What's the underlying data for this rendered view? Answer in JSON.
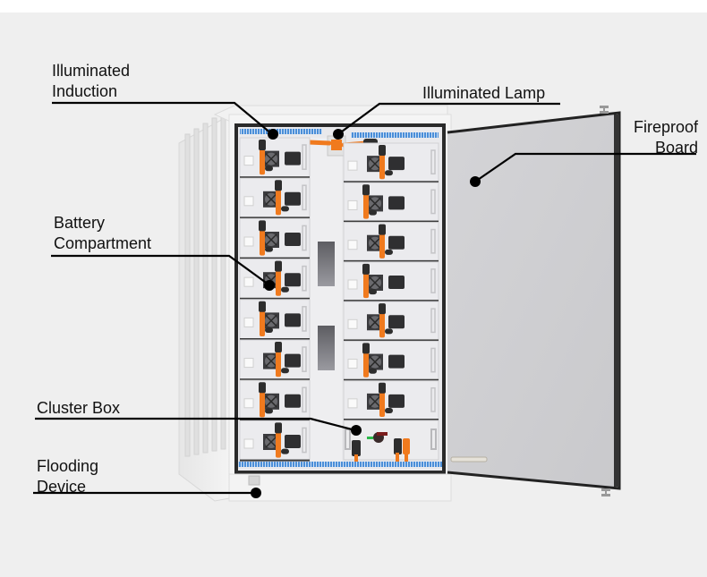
{
  "diagram": {
    "subject": "Battery energy storage cabinet",
    "colors": {
      "background": "#efefef",
      "top_band": "#ffffff",
      "cabinet_body": "#f4f4f4",
      "door_panel": "#cfcfd2",
      "frame_dark": "#2a2a2a",
      "connector_orange": "#f07a1e",
      "connector_black": "#2d2d2d",
      "vent_strip_blue": "#4a8ed8",
      "callout_line": "#000000"
    },
    "callouts": [
      {
        "id": "illuminated-induction",
        "text": "Illuminated\nInduction",
        "target": "induction sensor at top-left of cabinet interior"
      },
      {
        "id": "illuminated-lamp",
        "text": "Illuminated Lamp",
        "target": "lamp at top-center of cabinet interior"
      },
      {
        "id": "fireproof-board",
        "text": "Fireproof\nBoard",
        "target": "inside of opened door"
      },
      {
        "id": "battery-compartment",
        "text": "Battery\nCompartment",
        "target": "battery module in left column"
      },
      {
        "id": "cluster-box",
        "text": "Cluster Box",
        "target": "cluster control box at bottom of right column"
      },
      {
        "id": "flooding-device",
        "text": "Flooding\nDevice",
        "target": "water sensor on cabinet base"
      }
    ],
    "modules": {
      "left_column_count": 8,
      "right_column_count": 7,
      "cluster_box_count": 1
    }
  }
}
